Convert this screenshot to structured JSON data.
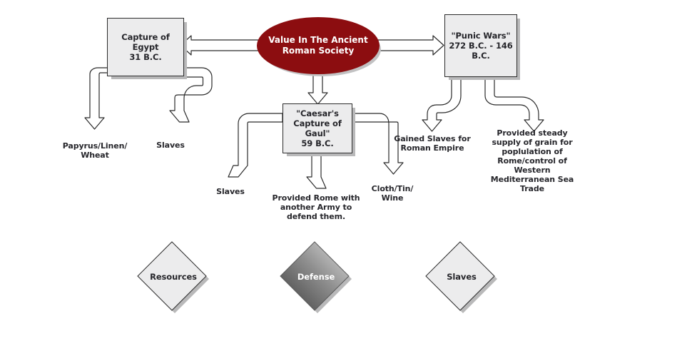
{
  "diagram": {
    "title": "Value In The Ancient Roman Society",
    "center": {
      "label": "Value In The Ancient Roman Society",
      "line1": "Value In The Ancient",
      "line2": "Roman Society",
      "fill": "#8c0d10",
      "text_color": "#ffffff"
    },
    "nodes": [
      {
        "id": "egypt",
        "line1": "Capture of Egypt",
        "line2": "31 B.C.",
        "fill": "#ececed"
      },
      {
        "id": "punic",
        "line1": "\"Punic Wars\"",
        "line2": "272 B.C. - 146",
        "line3": "B.C.",
        "fill": "#ececed"
      },
      {
        "id": "gaul",
        "line1": "\"Caesar's",
        "line2": "Capture of Gaul\"",
        "line3": "59 B.C.",
        "fill": "#ececed"
      }
    ],
    "outcomes": [
      {
        "id": "papyrus",
        "line1": "Papyrus/Linen/",
        "line2": "Wheat",
        "parent": "egypt"
      },
      {
        "id": "egypt-slaves",
        "line1": "Slaves",
        "parent": "egypt"
      },
      {
        "id": "gaul-slaves",
        "line1": "Slaves",
        "parent": "gaul"
      },
      {
        "id": "army",
        "line1": "Provided Rome with",
        "line2": "another Army to",
        "line3": "defend them.",
        "parent": "gaul"
      },
      {
        "id": "cloth",
        "line1": "Cloth/Tin/",
        "line2": "Wine",
        "parent": "gaul"
      },
      {
        "id": "gained-slaves",
        "line1": "Gained Slaves for",
        "line2": "Roman Empire",
        "parent": "punic"
      },
      {
        "id": "grain",
        "line1": "Provided steady",
        "line2": "supply of grain for",
        "line3": "poplulation of",
        "line4": "Rome/control of",
        "line5": "Western",
        "line6": "Mediterranean Sea",
        "line7": "Trade",
        "parent": "punic"
      }
    ],
    "categories": [
      {
        "id": "resources",
        "label": "Resources",
        "fill": "#ececed",
        "text_color": "#26262b"
      },
      {
        "id": "defense",
        "label": "Defense",
        "fill": "gradient-gray",
        "text_color": "#ffffff"
      },
      {
        "id": "slaves",
        "label": "Slaves",
        "fill": "#ececed",
        "text_color": "#26262b"
      }
    ],
    "colors": {
      "ellipse_fill": "#8c0d10",
      "box_fill": "#ececed",
      "box_border": "#2b2b2b",
      "shadow": "#b9b9ba",
      "text": "#26262b",
      "arrow_stroke": "#2b2b2b",
      "background": "#ffffff"
    }
  }
}
